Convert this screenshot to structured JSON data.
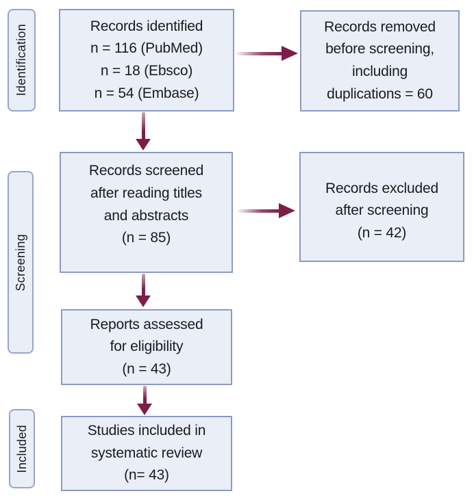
{
  "colors": {
    "box_fill": "#e9eef7",
    "box_border": "#8b9ac3",
    "arrow": "#7d1e49",
    "text": "#1b1b1d",
    "background": "#ffffff"
  },
  "stages": {
    "identification": "Identification",
    "screening": "Screening",
    "included": "Included"
  },
  "boxes": {
    "identified": {
      "lines": [
        "Records identified",
        "n = 116 (PubMed)",
        "n = 18 (Ebsco)",
        "n = 54 (Embase)"
      ]
    },
    "removed": {
      "lines": [
        "Records removed",
        "before screening,",
        "including",
        "duplications = 60"
      ]
    },
    "screened": {
      "lines": [
        "Records screened",
        "after reading titles",
        "and abstracts",
        "(n = 85)"
      ]
    },
    "excluded": {
      "lines": [
        "Records excluded",
        "after screening",
        "(n = 42)"
      ]
    },
    "assessed": {
      "lines": [
        "Reports assessed",
        "for eligibility",
        "(n = 43)"
      ]
    },
    "included": {
      "lines": [
        "Studies included in",
        "systematic review",
        "(n= 43)"
      ]
    }
  }
}
